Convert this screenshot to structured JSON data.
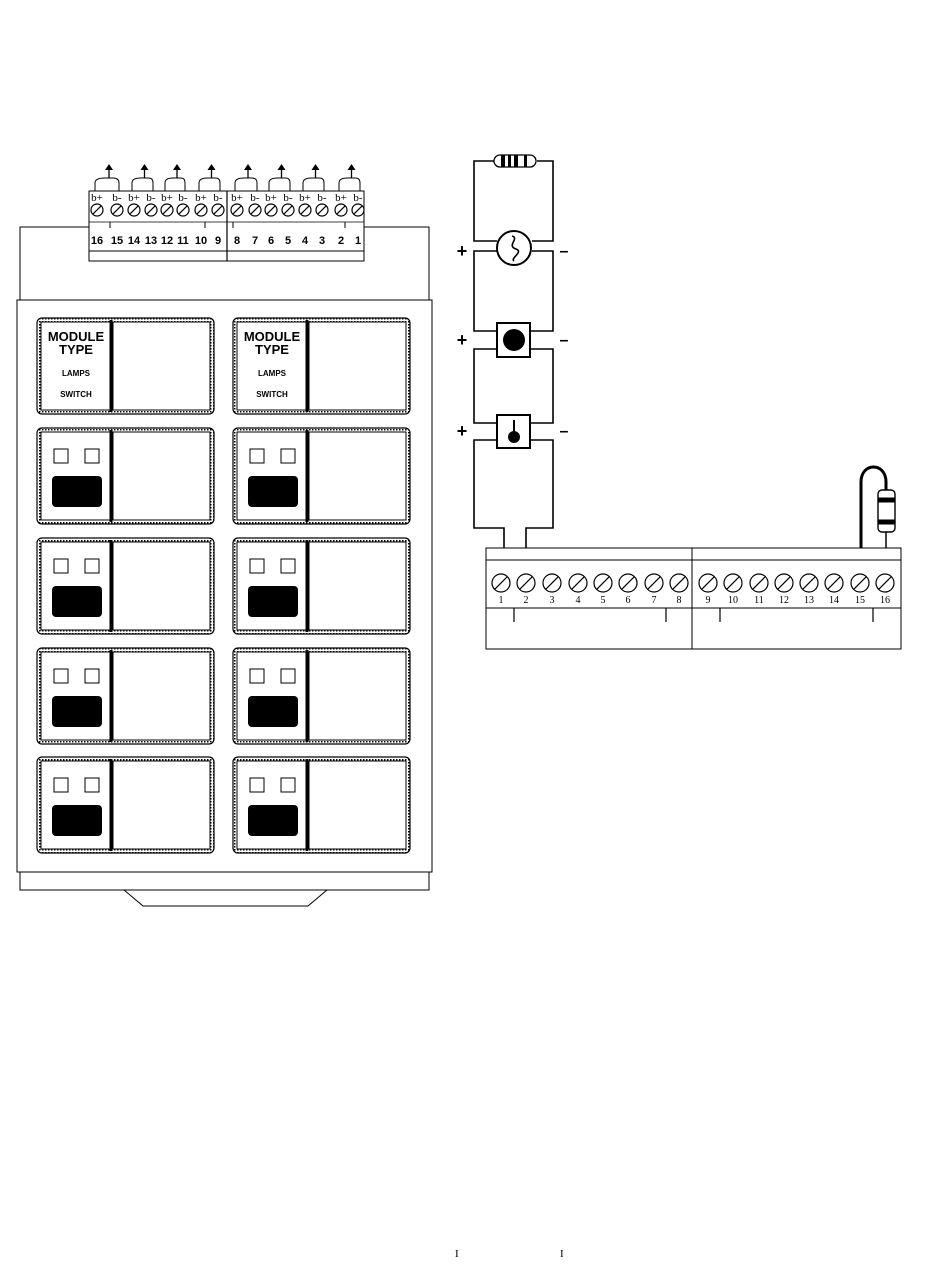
{
  "panel": {
    "top_block": {
      "polarity_pairs": [
        {
          "plus": "b+",
          "minus": "b-"
        },
        {
          "plus": "b+",
          "minus": "b-"
        },
        {
          "plus": "b+",
          "minus": "b-"
        },
        {
          "plus": "b+",
          "minus": "b-"
        },
        {
          "plus": "b+",
          "minus": "b-"
        },
        {
          "plus": "b+",
          "minus": "b-"
        },
        {
          "plus": "b+",
          "minus": "b-"
        },
        {
          "plus": "b+",
          "minus": "b-"
        }
      ],
      "terminal_numbers": [
        "16",
        "15",
        "14",
        "13",
        "12",
        "11",
        "10",
        "9",
        "8",
        "7",
        "6",
        "5",
        "4",
        "3",
        "2",
        "1"
      ]
    },
    "label_card": {
      "line1": "MODULE",
      "line2": "TYPE",
      "line3": "LAMPS",
      "line4": "SWITCH"
    }
  },
  "wiring": {
    "device_polarity": [
      {
        "plus": "+",
        "minus": "–"
      },
      {
        "plus": "+",
        "minus": "–"
      },
      {
        "plus": "+",
        "minus": "–"
      }
    ],
    "terminal_numbers": [
      "1",
      "2",
      "3",
      "4",
      "5",
      "6",
      "7",
      "8",
      "9",
      "10",
      "11",
      "12",
      "13",
      "14",
      "15",
      "16"
    ]
  },
  "footer": {
    "left_mark": "I",
    "right_mark": "I"
  },
  "icons": {
    "resistor": "end-of-line-resistor-icon",
    "smoke": "smoke-detector-icon",
    "heat": "heat-detector-icon",
    "pull": "manual-pull-station-icon",
    "arrow": "up-arrow-icon"
  }
}
